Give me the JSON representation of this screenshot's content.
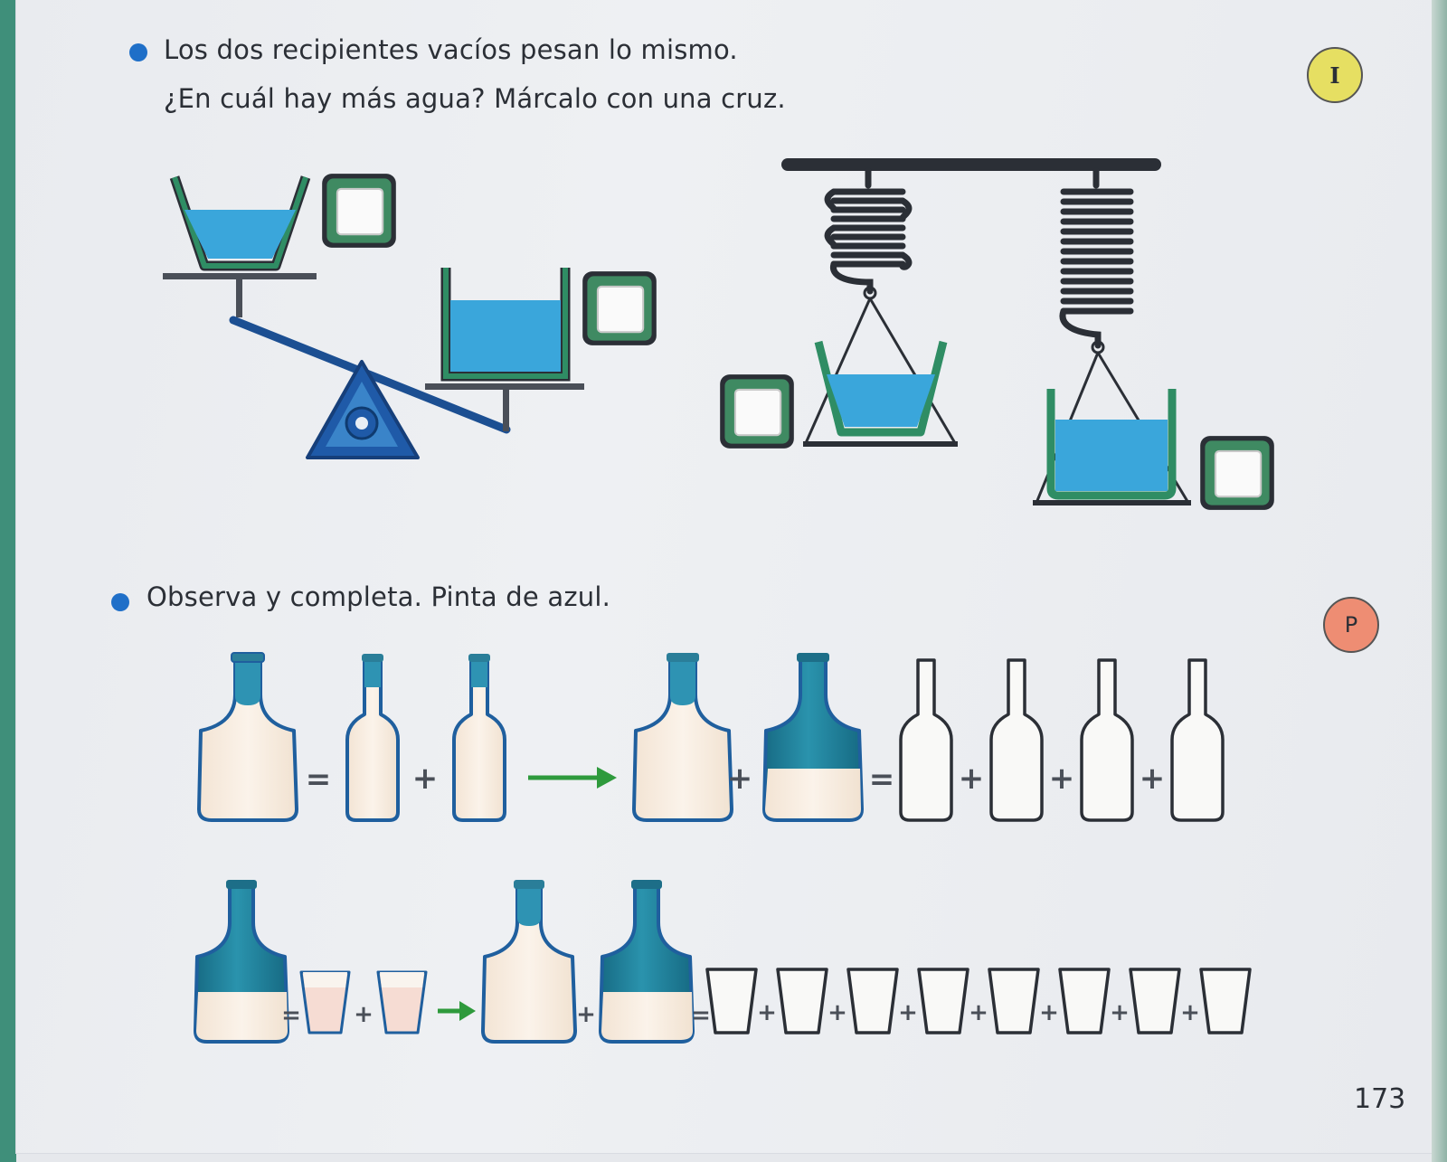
{
  "exercise1": {
    "line1": "Los dos recipientes vacíos pesan lo mismo.",
    "line2": "¿En cuál hay más agua? Márcalo con una cruz.",
    "badge": "I"
  },
  "exercise2": {
    "instruction": "Observa y completa. Pinta de azul.",
    "badge": "P"
  },
  "symbols": {
    "equals": "=",
    "plus": "+"
  },
  "page_number": "173",
  "colors": {
    "water": "#3aa6db",
    "container_outline": "#2f8d64",
    "beam": "#1c4f92",
    "bottle_blue": "#1d7f99",
    "milk": "#f6eadc",
    "arrow": "#2e9a3c"
  }
}
